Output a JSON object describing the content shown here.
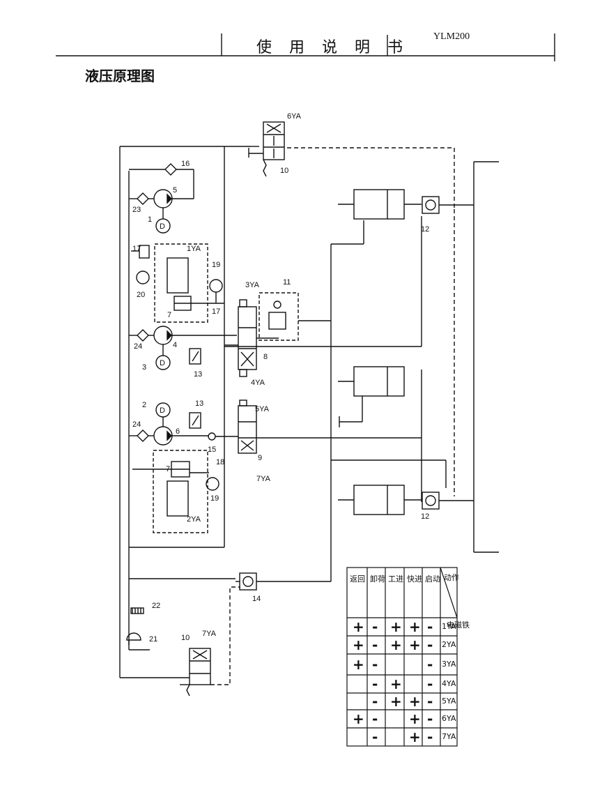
{
  "header": {
    "title": "使 用 说 明 书",
    "model": "YLM200"
  },
  "section_title": "液压原理图",
  "labels": {
    "sol_6YA": "6YA",
    "sol_1YA": "1YA",
    "sol_2YA": "2YA",
    "sol_3YA": "3YA",
    "sol_4YA": "4YA",
    "sol_5YA": "5YA",
    "sol_7YA_mid": "7YA",
    "sol_7YA_bot": "7YA",
    "n1": "1",
    "n2": "2",
    "n3": "3",
    "n4": "4",
    "n5": "5",
    "n6": "6",
    "n7a": "7",
    "n7b": "7",
    "n8": "8",
    "n9": "9",
    "n10a": "10",
    "n10b": "10",
    "n11": "11",
    "n12a": "12",
    "n12b": "12",
    "n13a": "13",
    "n13b": "13",
    "n14": "14",
    "n15": "15",
    "n16": "16",
    "n17a": "17",
    "n17b": "17",
    "n18": "18",
    "n19a": "19",
    "n19b": "19",
    "n20": "20",
    "n21": "21",
    "n22": "22",
    "n23": "23",
    "n24a": "24",
    "n24b": "24"
  },
  "table": {
    "corner_top": "电磁铁",
    "corner_bottom": "动作",
    "solenoids": [
      "1YA",
      "2YA",
      "3YA",
      "4YA",
      "5YA",
      "6YA",
      "7YA"
    ],
    "actions": [
      "启动",
      "快进",
      "工进",
      "卸荷",
      "返回"
    ],
    "cells": [
      [
        "-",
        "+",
        "+",
        "-",
        "+"
      ],
      [
        "-",
        "+",
        "+",
        "-",
        "+"
      ],
      [
        "-",
        "",
        "",
        "-",
        "+"
      ],
      [
        "-",
        "",
        "+",
        "-",
        ""
      ],
      [
        "-",
        "+",
        "+",
        "-",
        ""
      ],
      [
        "-",
        "+",
        "",
        "-",
        "+"
      ],
      [
        "-",
        "+",
        "",
        "-",
        ""
      ]
    ]
  }
}
